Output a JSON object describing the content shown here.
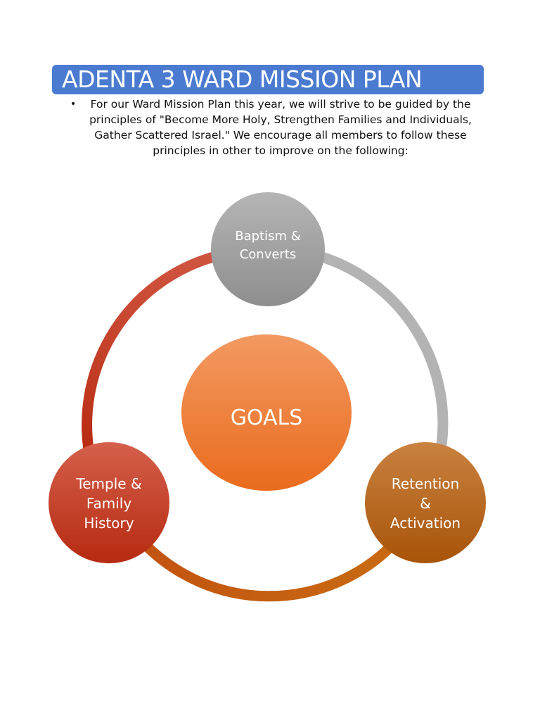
{
  "title": "ADENTA 3 WARD MISSION PLAN",
  "bullet_text": "For our Ward Mission Plan this year, we will strive to be guided by the principles of \"Become More Holy, Strengthen Families and Individuals, Gather Scattered Israel.\" We encourage all members to follow these principles in other to improve on the following:",
  "diagram": {
    "center": {
      "label": "GOALS",
      "color": "#ee7a2e"
    },
    "nodes": [
      {
        "id": "baptism",
        "lines": [
          "Baptism &",
          "Converts"
        ],
        "color": "#a3a3a3"
      },
      {
        "id": "retention",
        "lines": [
          "Retention",
          "&",
          "Activation"
        ],
        "color": "#b8620e"
      },
      {
        "id": "temple",
        "lines": [
          "Temple &",
          "Family",
          "History"
        ],
        "color": "#c0341c"
      }
    ],
    "ring_colors": {
      "baptism_to_retention": "#b8b8b8",
      "retention_to_temple": "#c8650f",
      "temple_to_baptism": "#c23a22"
    }
  },
  "colors": {
    "title_bar": "#4a7bd0",
    "title_text": "#ffffff"
  }
}
